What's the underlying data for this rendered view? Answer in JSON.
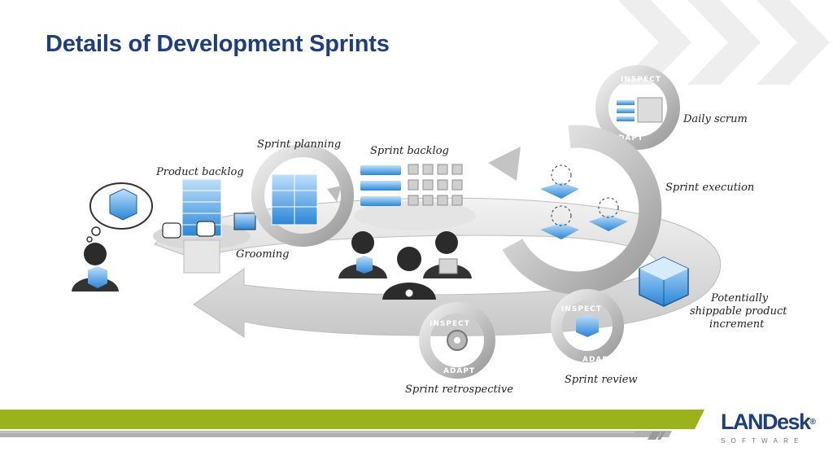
{
  "title": "Details of Development Sprints",
  "diagram": {
    "labels": {
      "product_backlog": "Product backlog",
      "sprint_planning": "Sprint planning",
      "sprint_backlog": "Sprint backlog",
      "daily_scrum": "Daily scrum",
      "sprint_execution": "Sprint execution",
      "grooming": "Grooming",
      "potentially_line1": "Potentially",
      "potentially_line2": "shippable product",
      "potentially_line3": "increment",
      "sprint_review": "Sprint review",
      "sprint_retrospective": "Sprint retrospective"
    },
    "stamps": {
      "inspect": "INSPECT",
      "adapt": "ADAPT"
    }
  },
  "logo": {
    "name": "LANDesk",
    "registered": "®",
    "subtitle": "SOFTWARE"
  },
  "colors": {
    "title": "#1f3e7c",
    "accent_green": "#9bb31a",
    "accent_blue": "#2a86d6",
    "footer_gray": "#a8a8a8"
  }
}
